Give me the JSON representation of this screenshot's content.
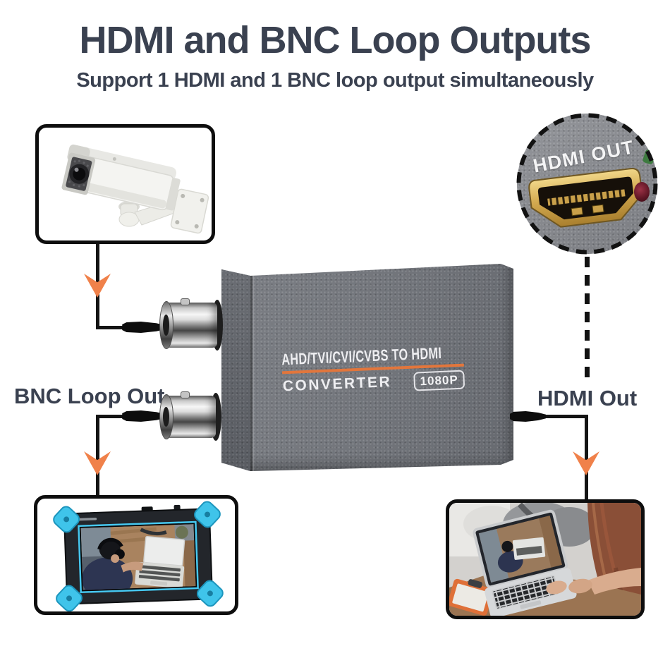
{
  "header": {
    "title": "HDMI and BNC Loop Outputs",
    "subtitle": "Support 1 HDMI and 1 BNC loop output simultaneously"
  },
  "converter": {
    "line1": "AHD/TVI/CVI/CVBS TO HDMI",
    "line2": "CONVERTER",
    "badge": "1080P"
  },
  "port_zoom": {
    "label": "HDMI OUT"
  },
  "connections": {
    "bnc_label": "BNC Loop Out",
    "hdmi_label": "HDMI Out"
  },
  "illustrations": {
    "camera": "white CCTV bullet camera on wall bracket",
    "monitor": "CCTV tester monitor with cyan corner bumpers showing man at laptop",
    "laptop": "woman using laptop at wooden desk with backpack"
  },
  "colors": {
    "heading_text": "#3A4150",
    "accent_orange": "#F0814A",
    "line_black": "#141414",
    "device_gray": "#75787E",
    "monitor_cyan": "#3FC4EA"
  }
}
